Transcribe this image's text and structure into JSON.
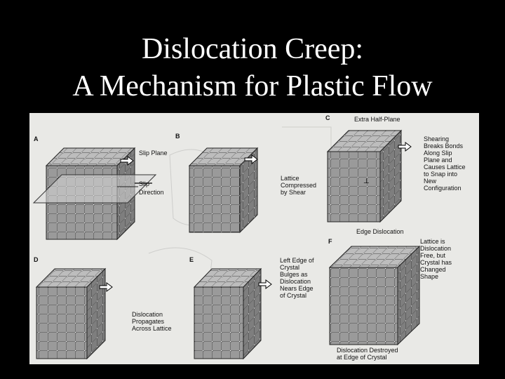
{
  "slide": {
    "title_line1": "Dislocation Creep:",
    "title_line2": "A Mechanism for Plastic Flow"
  },
  "panels": {
    "a": {
      "letter": "A",
      "slip_plane": "Slip Plane",
      "slip_dir_1": "Slip",
      "slip_dir_2": "Direction"
    },
    "b": {
      "letter": "B",
      "line1": "Lattice",
      "line2": "Compressed",
      "line3": "by Shear"
    },
    "c": {
      "letter": "C",
      "top": "Extra Half-Plane",
      "l1": "Shearing",
      "l2": "Breaks Bonds",
      "l3": "Along Slip",
      "l4": "Plane and",
      "l5": "Causes Lattice",
      "l6": "to Snap into",
      "l7": "New",
      "l8": "Configuration",
      "bottom": "Edge Dislocation"
    },
    "d": {
      "letter": "D",
      "l1": "Dislocation",
      "l2": "Propagates",
      "l3": "Across Lattice"
    },
    "e": {
      "letter": "E",
      "l1": "Left Edge of",
      "l2": "Crystal",
      "l3": "Bulges as",
      "l4": "Dislocation",
      "l5": "Nears Edge",
      "l6": "of Crystal"
    },
    "f": {
      "letter": "F",
      "l1": "Lattice is",
      "l2": "Dislocation",
      "l3": "Free, but",
      "l4": "Crystal has",
      "l5": "Changed",
      "l6": "Shape",
      "bottom1": "Dislocation Destroyed",
      "bottom2": "at Edge of Crystal"
    }
  },
  "colors": {
    "background": "#000000",
    "title": "#ffffff",
    "figure_bg": "#e9e9e6",
    "cube_top": "#bdbdbd",
    "cube_front": "#9a9a9a",
    "cube_side": "#7e7e7e",
    "arrow": "#ffffff"
  }
}
